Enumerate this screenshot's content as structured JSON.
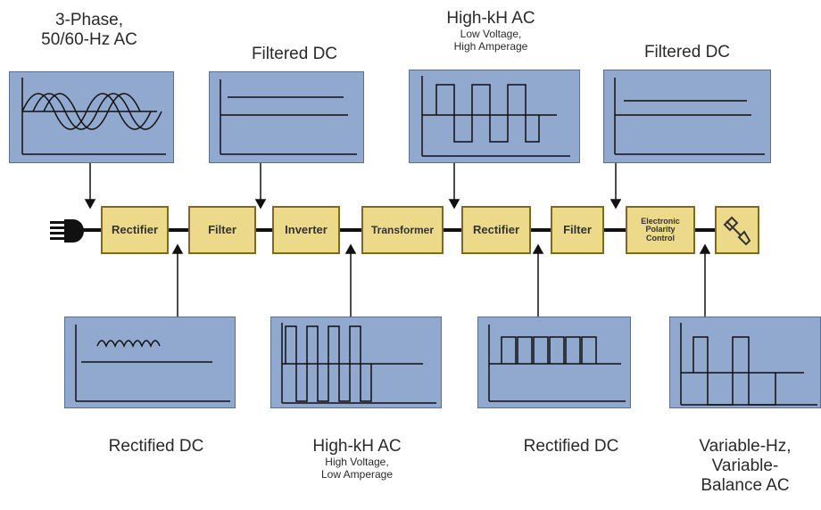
{
  "top_labels": {
    "input": [
      "3-Phase,",
      "50/60-Hz AC"
    ],
    "filtered_dc_1": "Filtered DC",
    "high_kh_ac_top": "High-kH AC",
    "high_kh_ac_top_sub": [
      "Low Voltage,",
      "High Amperage"
    ],
    "filtered_dc_2": "Filtered DC"
  },
  "bottom_labels": {
    "rectified_dc_1": "Rectified DC",
    "high_kh_ac_bottom": "High-kH AC",
    "high_kh_ac_bottom_sub": [
      "High Voltage,",
      "Low Amperage"
    ],
    "rectified_dc_2": "Rectified DC",
    "output": [
      "Variable-Hz,",
      "Variable-",
      "Balance AC"
    ]
  },
  "blocks": {
    "rectifier_1": "Rectifier",
    "filter_1": "Filter",
    "inverter": "Inverter",
    "transformer": "Transformer",
    "rectifier_2": "Rectifier",
    "filter_2": "Filter",
    "polarity_control": [
      "Electronic",
      "Polarity",
      "Control"
    ]
  },
  "colors": {
    "panel_fill": "#91a9cf",
    "panel_border": "#5c6f8f",
    "block_fill": "#ecd98a",
    "block_border": "#7d6a2a",
    "wire": "#111111"
  },
  "icons": {
    "input": "power-plug-icon",
    "output": "welding-torch-icon"
  }
}
